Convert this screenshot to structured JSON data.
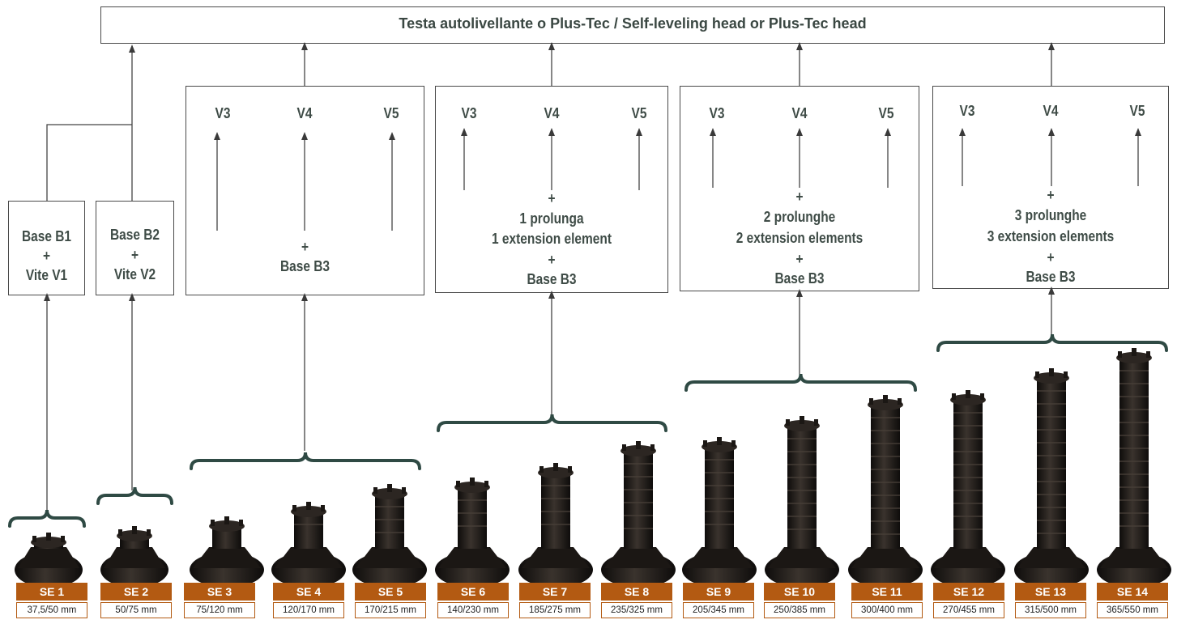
{
  "head_label": "Testa autolivellante o Plus-Tec / Self-leveling head or Plus-Tec head",
  "screws": [
    "V3",
    "V4",
    "V5"
  ],
  "plus": "+",
  "groups": [
    {
      "lines": [
        "Base B1",
        "+",
        "Vite V1"
      ]
    },
    {
      "lines": [
        "Base B2",
        "+",
        "Vite V2"
      ]
    },
    {
      "lines": [
        "+",
        "Base B3"
      ]
    },
    {
      "lines": [
        "+",
        "1 prolunga",
        "1 extension element",
        "+",
        "Base B3"
      ]
    },
    {
      "lines": [
        "+",
        "2 prolunghe",
        "2 extension elements",
        "+",
        "Base B3"
      ]
    },
    {
      "lines": [
        "+",
        "3 prolunghe",
        "3 extension elements",
        "+",
        "Base B3"
      ]
    }
  ],
  "products": [
    {
      "code": "SE 1",
      "range": "37,5/50 mm"
    },
    {
      "code": "SE 2",
      "range": "50/75 mm"
    },
    {
      "code": "SE 3",
      "range": "75/120 mm"
    },
    {
      "code": "SE 4",
      "range": "120/170 mm"
    },
    {
      "code": "SE 5",
      "range": "170/215 mm"
    },
    {
      "code": "SE 6",
      "range": "140/230 mm"
    },
    {
      "code": "SE 7",
      "range": "185/275 mm"
    },
    {
      "code": "SE 8",
      "range": "235/325 mm"
    },
    {
      "code": "SE 9",
      "range": "205/345 mm"
    },
    {
      "code": "SE 10",
      "range": "250/385 mm"
    },
    {
      "code": "SE 11",
      "range": "300/400 mm"
    },
    {
      "code": "SE 12",
      "range": "270/455 mm"
    },
    {
      "code": "SE 13",
      "range": "315/500 mm"
    },
    {
      "code": "SE 14",
      "range": "365/550 mm"
    }
  ],
  "colors": {
    "label_bg": "#b35a12",
    "brace": "#2f4a44",
    "line": "#444444",
    "pedestal": "#1e1a17"
  }
}
